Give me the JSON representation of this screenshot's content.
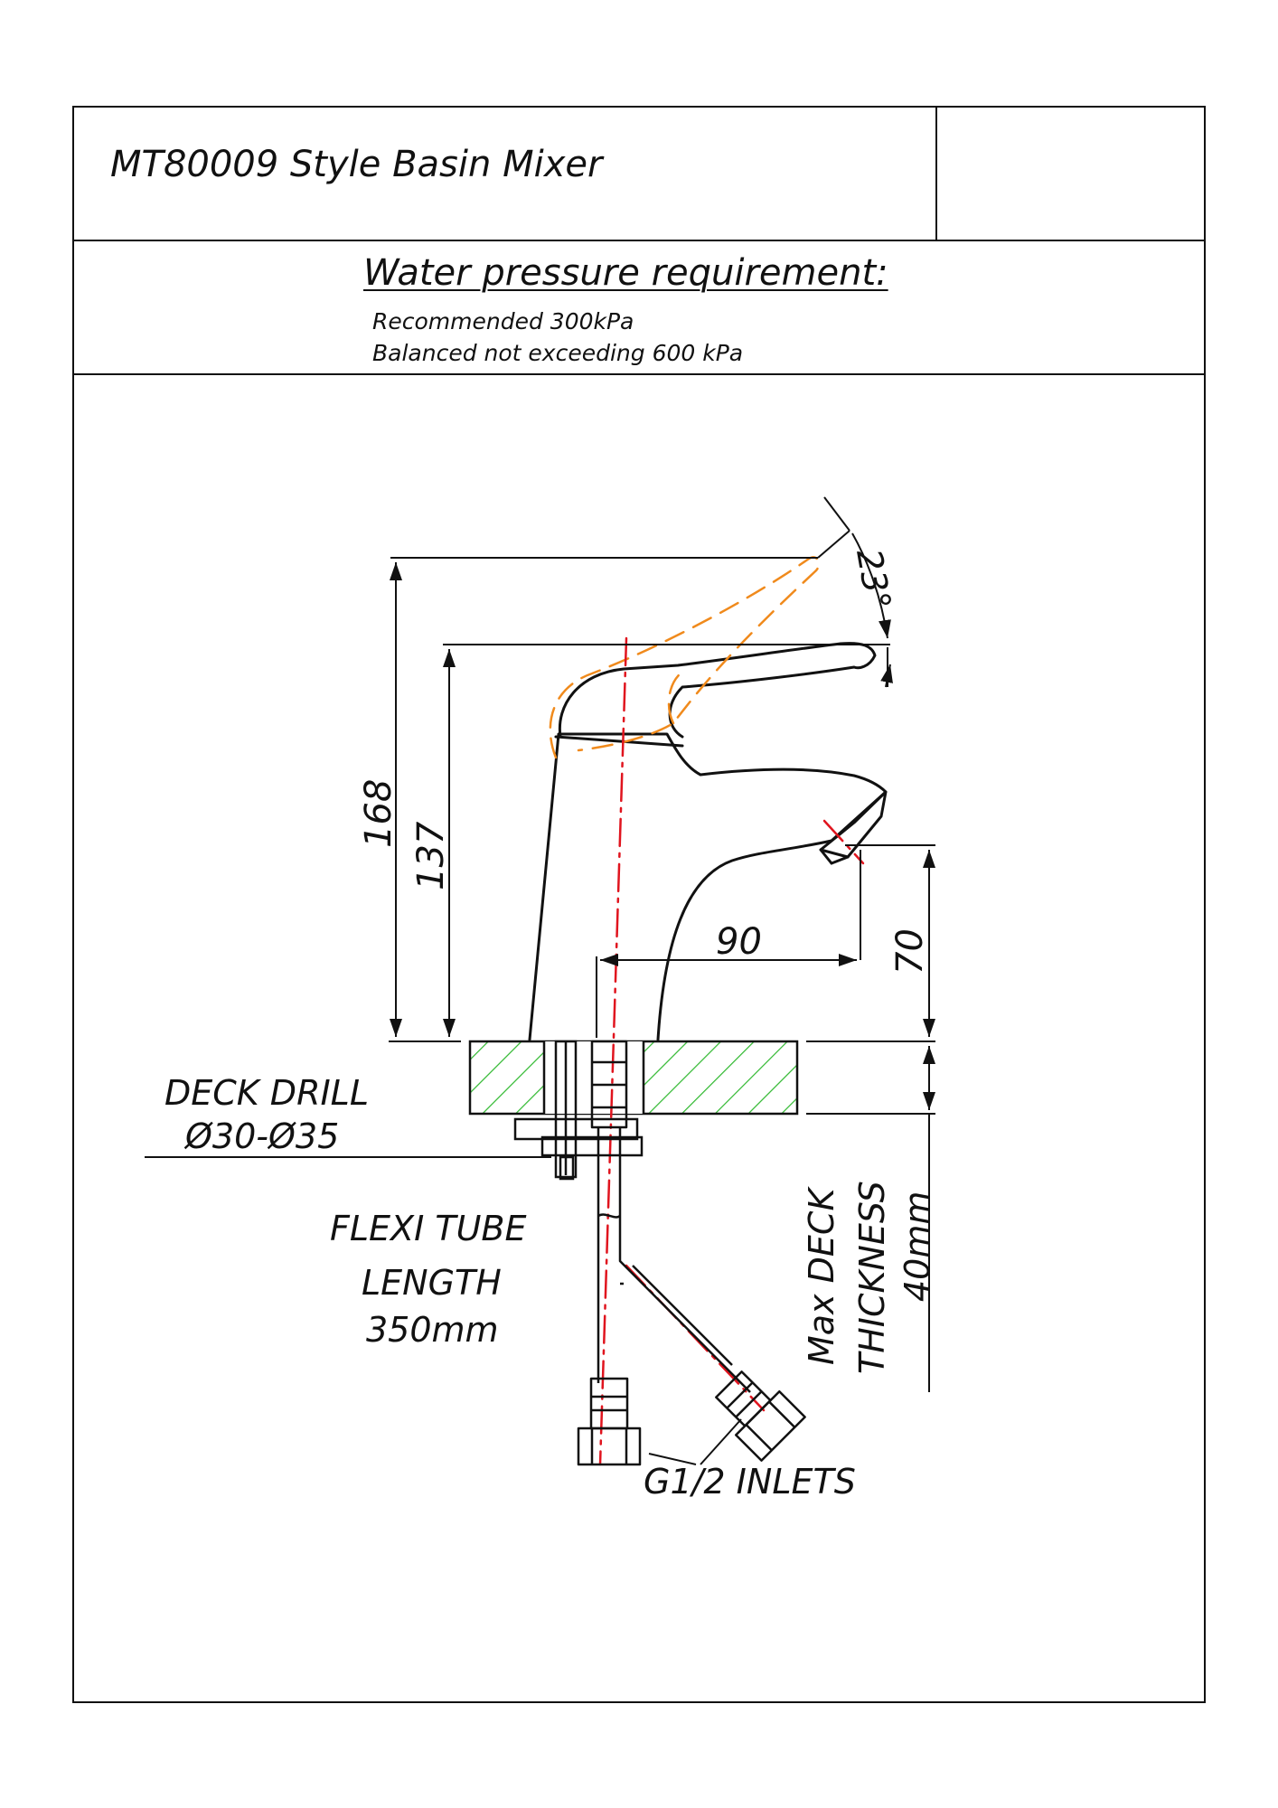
{
  "title": "MT80009 Style Basin Mixer",
  "requirements": {
    "heading": "Water pressure requirement:",
    "lines": [
      "Recommended 300kPa",
      "Balanced not exceeding 600 kPa"
    ]
  },
  "dimensions": {
    "angle": "23°",
    "overall_height": "168",
    "body_height": "137",
    "spout_reach": "90",
    "spout_clearance": "70"
  },
  "annotations": {
    "deck_drill": [
      "DECK DRILL",
      "Ø30-Ø35"
    ],
    "flexi_tube": [
      "FLEXI TUBE",
      "LENGTH",
      "350mm"
    ],
    "max_deck": [
      "Max DECK",
      "THICKNESS",
      "40mm"
    ],
    "inlets": "G1/2 INLETS"
  },
  "colors": {
    "line": "#111111",
    "handle_alt": "#f08a1c",
    "centerline": "#e0141e",
    "hatch": "#2eb82e"
  }
}
